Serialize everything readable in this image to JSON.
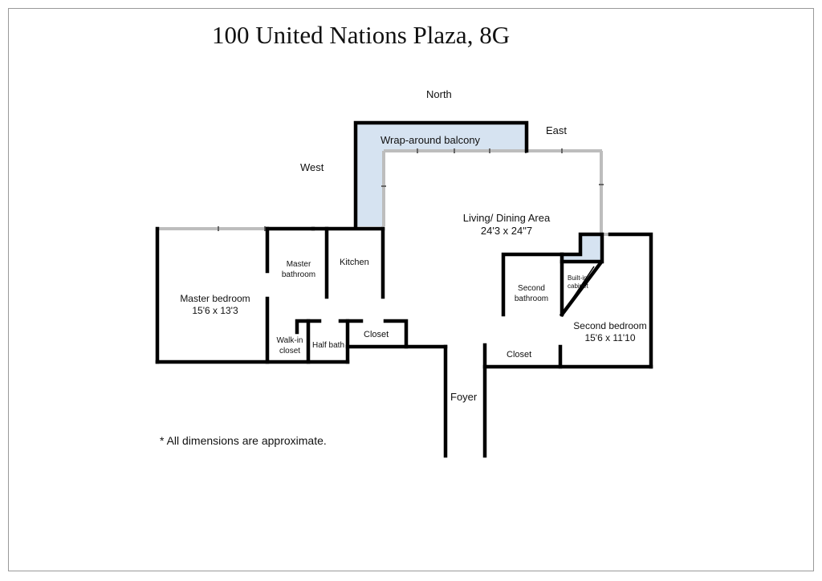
{
  "title": "100 United Nations Plaza, 8G",
  "compass": {
    "north": "North",
    "east": "East",
    "west": "West"
  },
  "rooms": {
    "balcony": "Wrap-around balcony",
    "living": {
      "name": "Living/ Dining Area",
      "dims": "24'3 x 24\"7"
    },
    "master_bedroom": {
      "name": "Master bedroom",
      "dims": "15'6 x 13'3"
    },
    "master_bathroom": {
      "line1": "Master",
      "line2": "bathroom"
    },
    "kitchen": "Kitchen",
    "walk_in_closet": {
      "line1": "Walk-in",
      "line2": "closet"
    },
    "half_bath": "Half bath",
    "closet_1": "Closet",
    "closet_2": "Closet",
    "foyer": "Foyer",
    "second_bathroom": {
      "line1": "Second",
      "line2": "bathroom"
    },
    "built_in": {
      "line1": "Built-in",
      "line2": "cabinet"
    },
    "second_bedroom": {
      "name": "Second bedroom",
      "dims": "15'6 x 11'10"
    }
  },
  "note": "* All dimensions are approximate.",
  "colors": {
    "balcony_fill": "#d6e3f1",
    "wall": "#000000",
    "window": "#bdbdbd"
  }
}
